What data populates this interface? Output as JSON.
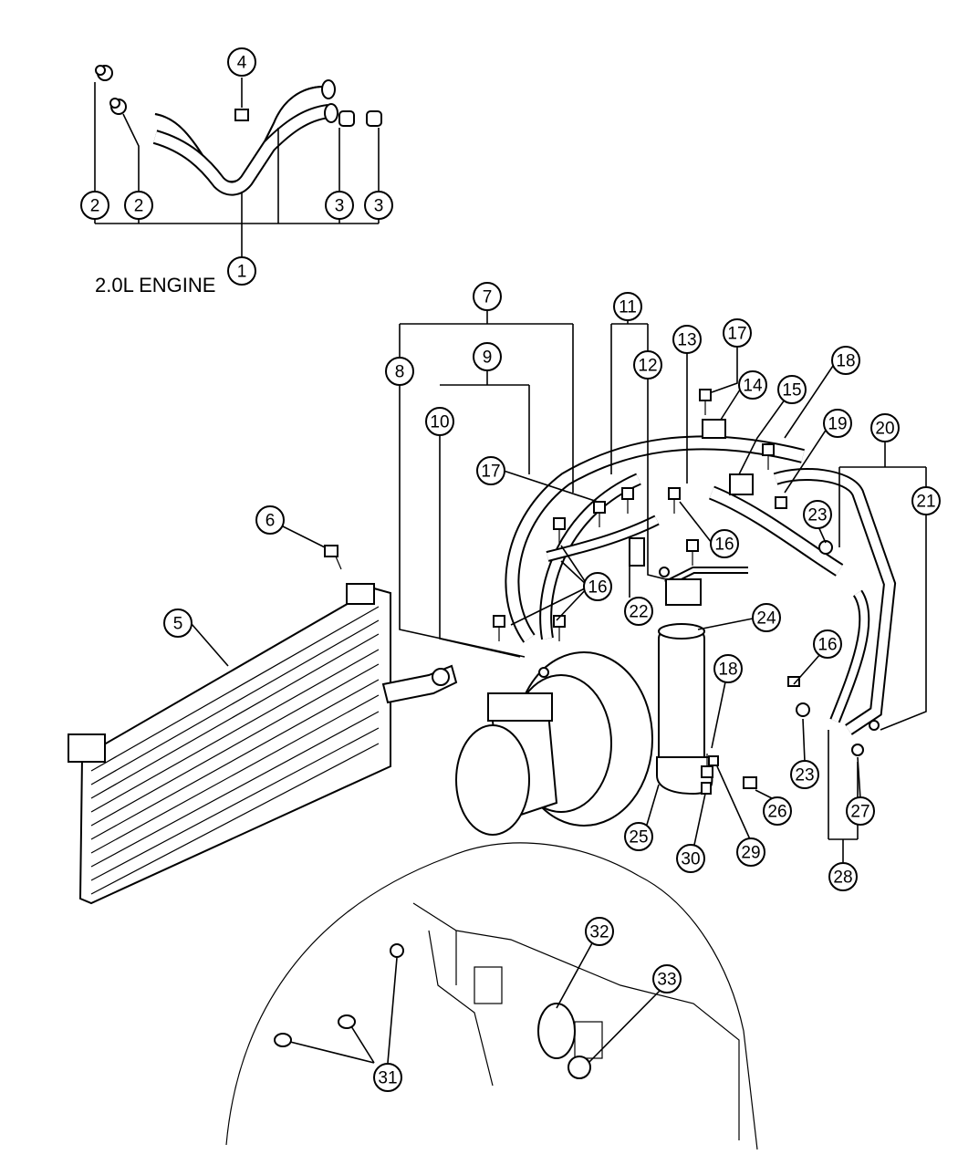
{
  "engine_label": "2.0L ENGINE",
  "callouts": [
    "1",
    "2",
    "2",
    "3",
    "3",
    "4",
    "5",
    "6",
    "7",
    "8",
    "9",
    "10",
    "11",
    "12",
    "13",
    "14",
    "15",
    "16",
    "16",
    "16",
    "16",
    "16",
    "17",
    "17",
    "18",
    "18",
    "19",
    "20",
    "21",
    "22",
    "23",
    "23",
    "24",
    "25",
    "26",
    "27",
    "28",
    "29",
    "30",
    "31",
    "32",
    "33"
  ]
}
